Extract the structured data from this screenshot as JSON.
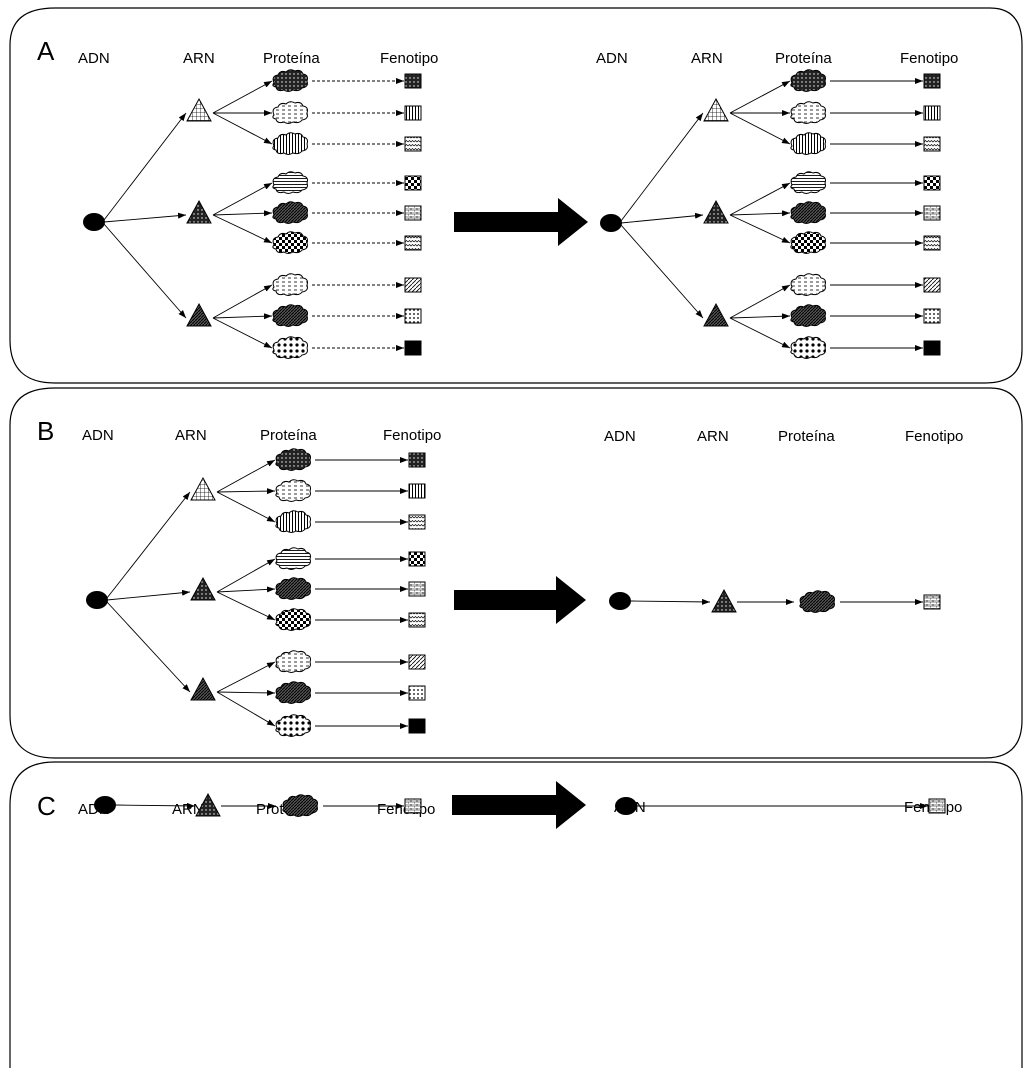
{
  "panels": [
    {
      "letter": "A",
      "left": {
        "headers": [
          "ADN",
          "ARN",
          "Proteína",
          "Fenotipo"
        ]
      },
      "right": {
        "headers": [
          "ADN",
          "ARN",
          "Proteína",
          "Fenotipo"
        ]
      }
    },
    {
      "letter": "B",
      "left": {
        "headers": [
          "ADN",
          "ARN",
          "Proteína",
          "Fenotipo"
        ]
      },
      "right": {
        "headers": [
          "ADN",
          "ARN",
          "Proteína",
          "Fenotipo"
        ]
      }
    },
    {
      "letter": "C",
      "left": {
        "headers": [
          "ADN",
          "ARN",
          "Proteína",
          "Fenotipo"
        ]
      },
      "right": {
        "headers": [
          "ADN",
          "Fenotipo"
        ]
      }
    }
  ],
  "icons": {
    "dna": "filled-ellipse-icon",
    "rna": "patterned-triangle-icon",
    "protein": "patterned-cloud-icon",
    "phenotype": "patterned-square-icon",
    "transition": "right-arrow-icon"
  },
  "colors": {
    "ink": "#000000",
    "background": "#ffffff"
  }
}
